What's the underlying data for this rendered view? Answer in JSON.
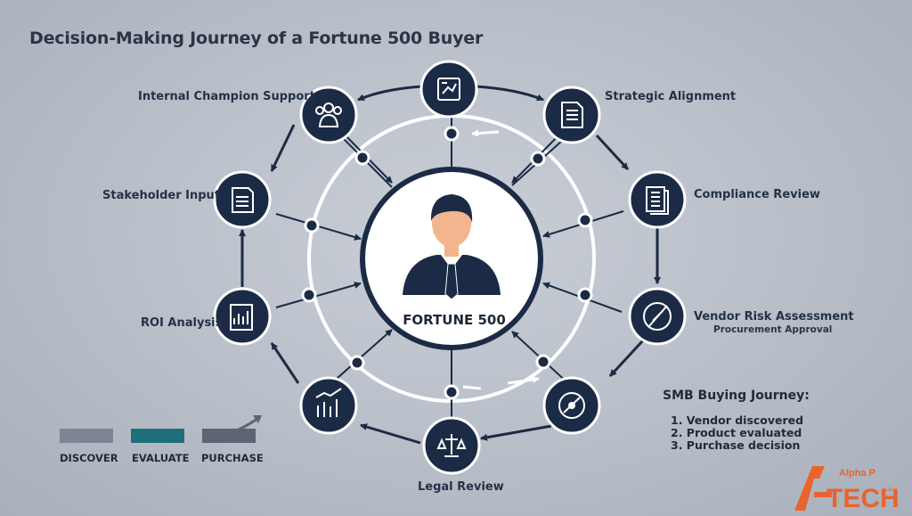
{
  "title": "Decision-Making Journey of a Fortune 500 Buyer",
  "center_label": "FORTUNE 500",
  "nodes": [
    {
      "label": "Internal Champion Support",
      "icon": "team-icon"
    },
    {
      "label": "Strategic Alignment",
      "icon": "document-icon"
    },
    {
      "label": "Compliance Review",
      "icon": "checklist-icon"
    },
    {
      "label": "Vendor Risk Assessment",
      "sublabel": "Procurement Approval",
      "icon": "compass-icon"
    },
    {
      "label": "Legal Review",
      "icon": "scales-icon"
    },
    {
      "label": "ROI Analysis",
      "icon": "report-icon"
    },
    {
      "label": "Stakeholder Input",
      "icon": "form-icon"
    }
  ],
  "smb": {
    "title": "SMB Buying Journey:",
    "steps": [
      "1. Vendor discovered",
      "2. Product evaluated",
      "3. Purchase decision"
    ]
  },
  "stages": [
    "DISCOVER",
    "EVALUATE",
    "PURCHASE"
  ],
  "logo": {
    "brand": "Alpha P",
    "word": "TECH",
    "suffix": "Ltd"
  },
  "colors": {
    "navy": "#1c2b45",
    "teal": "#1f6f7a",
    "gray_bar": "#7d8594",
    "orange": "#e8642c"
  }
}
